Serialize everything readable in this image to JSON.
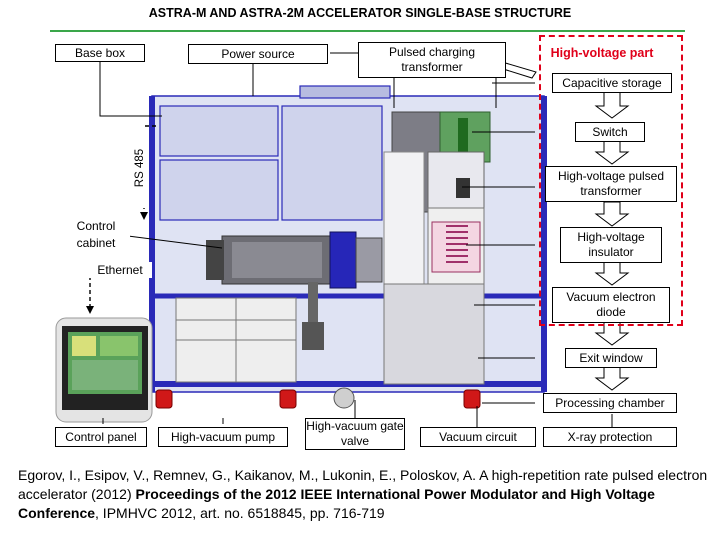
{
  "title": "ASTRA-M AND ASTRA-2M ACCELERATOR SINGLE-BASE STRUCTURE",
  "top_labels": {
    "base_box": "Base box",
    "power_source": "Power source",
    "pulsed_charging_transformer": "Pulsed charging transformer"
  },
  "side_labels": {
    "rs485": "RS 485",
    "control_cabinet": "Control cabinet",
    "ethernet": "Ethernet"
  },
  "hv_part": {
    "title": "High-voltage part",
    "chain": [
      "Capacitive storage",
      "Switch",
      "High-voltage pulsed transformer",
      "High-voltage insulator",
      "Vacuum electron diode",
      "Exit window",
      "Processing chamber"
    ]
  },
  "bottom_labels": {
    "control_panel": "Control panel",
    "high_vacuum_pump": "High-vacuum pump",
    "high_vacuum_gate_valve": "High-vacuum gate valve",
    "vacuum_circuit": "Vacuum circuit",
    "xray_protection": "X-ray protection"
  },
  "citation": {
    "authors_text": "Egorov, I., Esipov, V., Remnev, G., Kaikanov, M., Lukonin, E., Poloskov, A. A high-repetition rate pulsed electron accelerator (2012) ",
    "proceedings": "Proceedings of the 2012 IEEE International Power Modulator and High Voltage Conference",
    "tail": ", IPMHVC 2012, art. no. 6518845, pp. 716-719"
  },
  "colors": {
    "frame_blue": "#3a3ad0",
    "hv_red": "#e0001a",
    "rule_green": "#3aa64a"
  }
}
